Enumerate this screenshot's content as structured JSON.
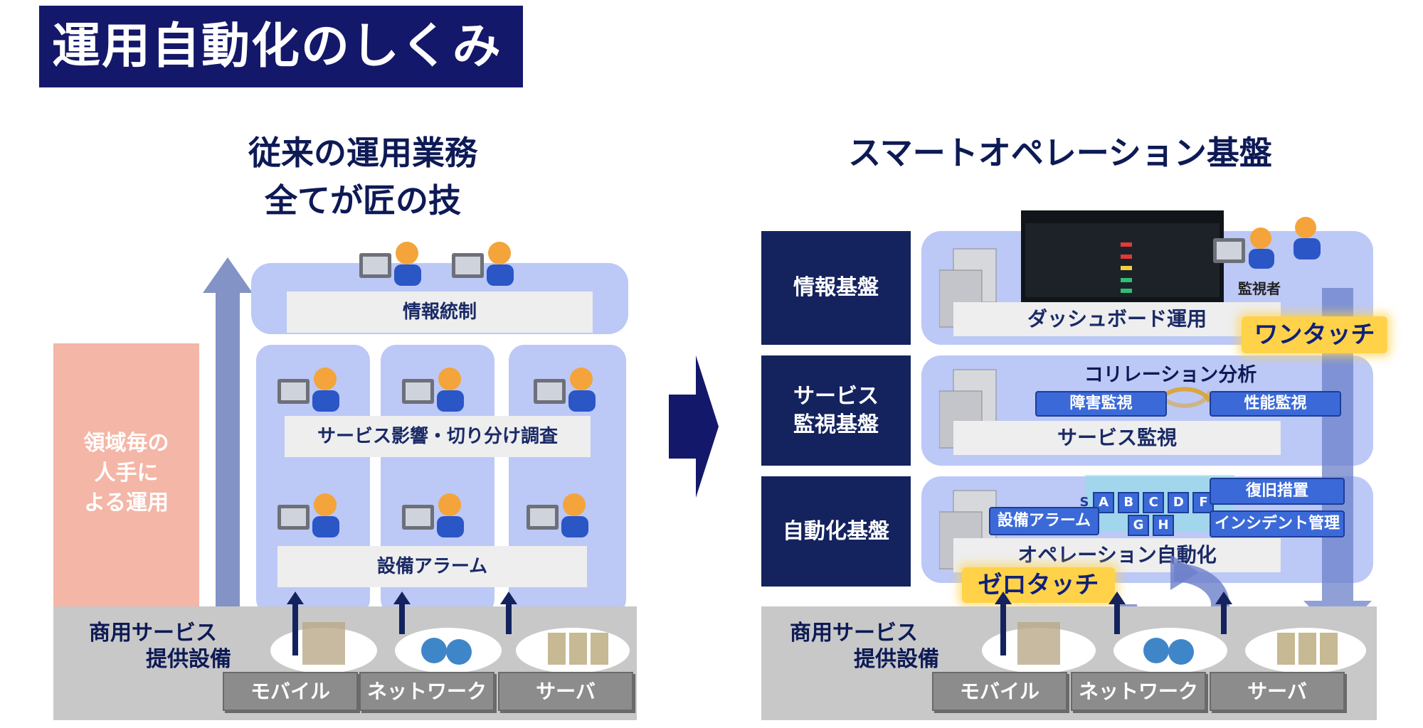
{
  "page_title": "運用自動化のしくみ",
  "left": {
    "heading_line1": "従来の運用業務",
    "heading_line2": "全てが匠の技",
    "manual_label": "領域毎の\n人手に\nよる運用",
    "info_control": "情報統制",
    "service_impact": "サービス影響・切り分け調査",
    "equipment_alarm": "設備アラーム",
    "commercial_line1": "商用サービス",
    "commercial_line2": "提供設備",
    "domains": [
      "モバイル",
      "ネットワーク",
      "サーバ"
    ]
  },
  "right": {
    "heading": "スマートオペレーション基盤",
    "info_platform": "情報基盤",
    "service_platform": "サービス\n監視基盤",
    "auto_platform": "自動化基盤",
    "dashboard": "ダッシュボード運用",
    "monitor_person": "監視者",
    "one_touch": "ワンタッチ",
    "correlation": "コリレーション分析",
    "fault_monitor": "障害監視",
    "perf_monitor": "性能監視",
    "service_monitor": "サービス監視",
    "equipment_alarm": "設備アラーム",
    "recovery": "復旧措置",
    "incident": "インシデント管理",
    "op_automation": "オペレーション自動化",
    "zero_touch": "ゼロタッチ",
    "workflow_steps_top": [
      "S",
      "A",
      "B",
      "C",
      "D",
      "F"
    ],
    "workflow_steps_bottom": [
      "G",
      "H"
    ],
    "commercial_line1": "商用サービス",
    "commercial_line2": "提供設備",
    "domains": [
      "モバイル",
      "ネットワーク",
      "サーバ"
    ]
  },
  "colors": {
    "navy": "#14186a",
    "band": "#bcc8f6",
    "accent_blue": "#3b6ad8",
    "highlight": "#ffd24a",
    "manual": "#f4b6a6"
  },
  "icons": [
    "operator-icon",
    "server-icon",
    "cloud-icon",
    "router-icon",
    "cycle-arrow-icon",
    "arrow-right-icon"
  ]
}
